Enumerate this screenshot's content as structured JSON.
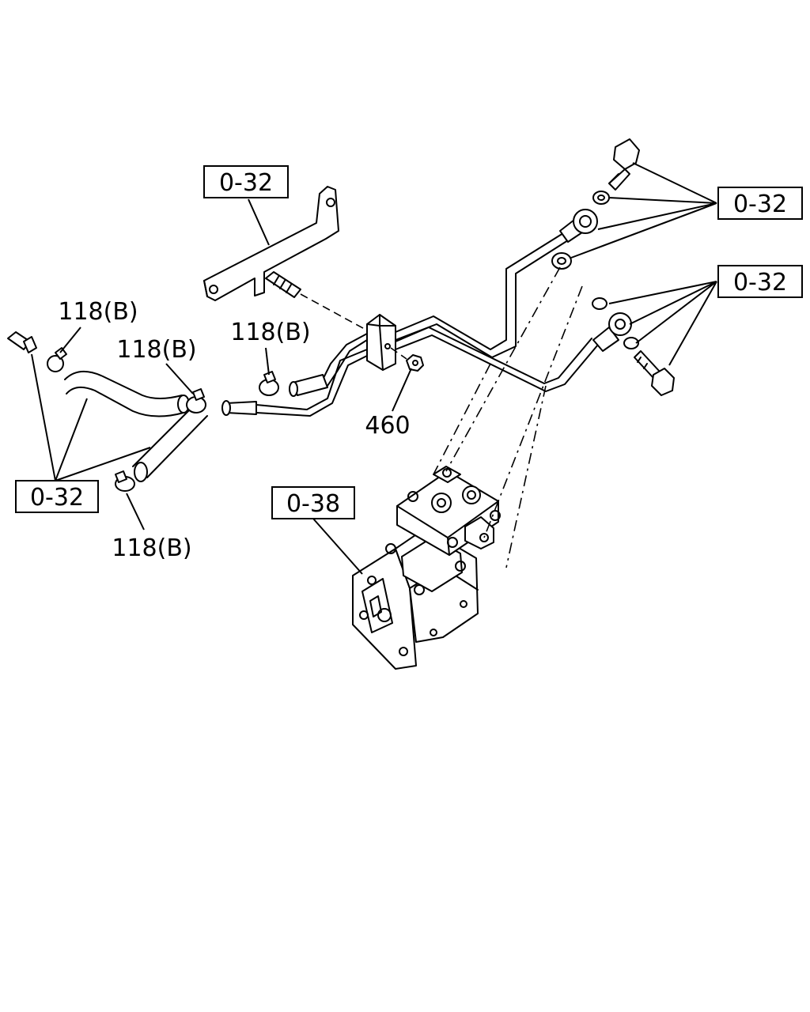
{
  "references": {
    "bracket": "0-32",
    "banjo_top": "0-32",
    "banjo_mid": "0-32",
    "left": "0-32",
    "compressor": "0-38"
  },
  "callouts": {
    "clip_upper_left": "118(B)",
    "clip_middle": "118(B)",
    "clip_center": "118(B)",
    "clip_lower": "118(B)",
    "nut": "460"
  }
}
